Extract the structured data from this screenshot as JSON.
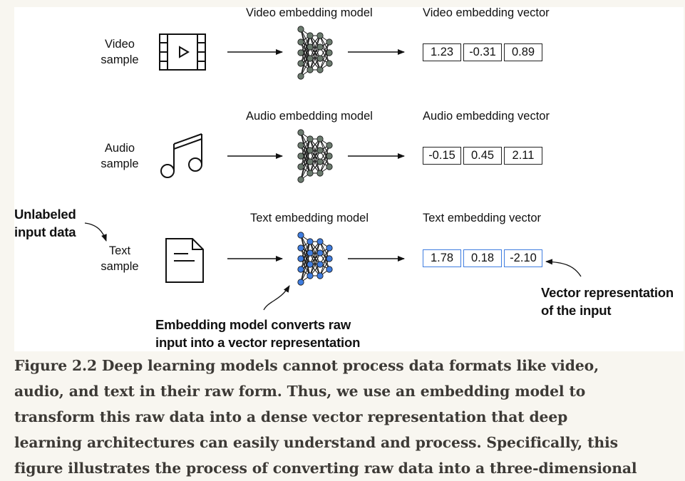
{
  "rows": [
    {
      "id": "video",
      "sample_label": [
        "Video",
        "sample"
      ],
      "model_label": "Video embedding model",
      "vector_label": "Video embedding vector",
      "values": [
        "1.23",
        "-0.31",
        "0.89"
      ],
      "icon": "film-strip-icon"
    },
    {
      "id": "audio",
      "sample_label": [
        "Audio",
        "sample"
      ],
      "model_label": "Audio embedding model",
      "vector_label": "Audio embedding vector",
      "values": [
        "-0.15",
        "0.45",
        "2.11"
      ],
      "icon": "music-note-icon"
    },
    {
      "id": "text",
      "sample_label": [
        "Text",
        "sample"
      ],
      "model_label": "Text embedding model",
      "vector_label": "Text embedding vector",
      "values": [
        "1.78",
        "0.18",
        "-2.10"
      ],
      "icon": "document-icon"
    }
  ],
  "annotations": {
    "unlabeled": [
      "Unlabeled",
      "input data"
    ],
    "vector_rep": [
      "Vector representation",
      "of the input"
    ],
    "model_converts": [
      "Embedding model converts raw",
      "input into a vector representation"
    ]
  },
  "colors": {
    "gray_node": "#6b7a6e",
    "blue_node": "#3f7de0",
    "caption_text": "#3d3a36",
    "page_bg": "#f8f6f0"
  },
  "caption": [
    "Figure 2.2 Deep learning models cannot process data formats like video,",
    "audio, and text in their raw form. Thus, we use an embedding model to",
    "transform this raw data into a dense vector representation that deep",
    "learning architectures can easily understand and process. Specifically, this",
    "figure illustrates the process of converting raw data into a three-dimensional"
  ]
}
